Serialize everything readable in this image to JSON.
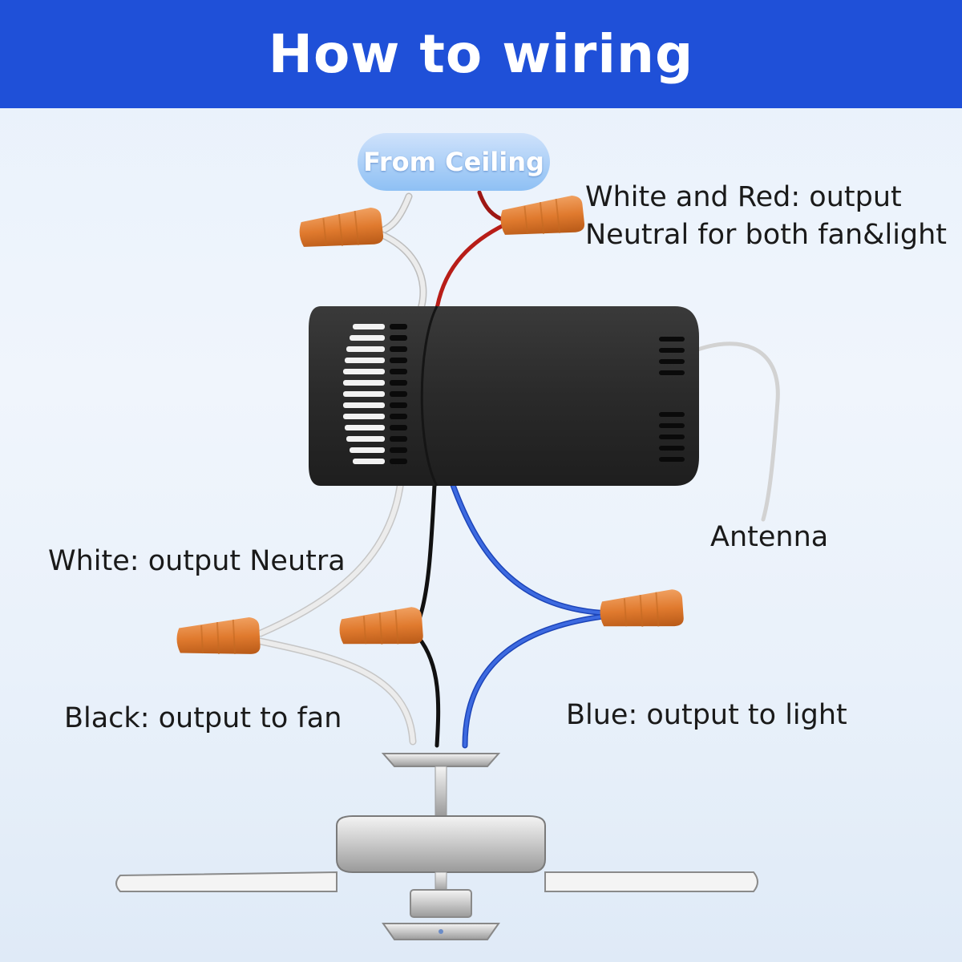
{
  "header": {
    "title": "How to wiring"
  },
  "source_pill": {
    "label": "From Ceiling"
  },
  "labels": {
    "white_red_line1": "White and Red: output",
    "white_red_line2": "Neutral for both fan&light",
    "antenna": "Antenna",
    "white_output": "White: output Neutra",
    "black_output": "Black: output to fan",
    "blue_output": "Blue: output to light"
  },
  "colors": {
    "header": "#1f50d8",
    "wire_white": "#d9d9d9",
    "wire_red": "#c0201c",
    "wire_black": "#111111",
    "wire_blue": "#2a57d6",
    "connector": "#e07a2e",
    "controller": "#2a2a2a"
  },
  "icons": [
    "wire-nut-icon",
    "remote-receiver-icon",
    "ceiling-fan-icon"
  ]
}
